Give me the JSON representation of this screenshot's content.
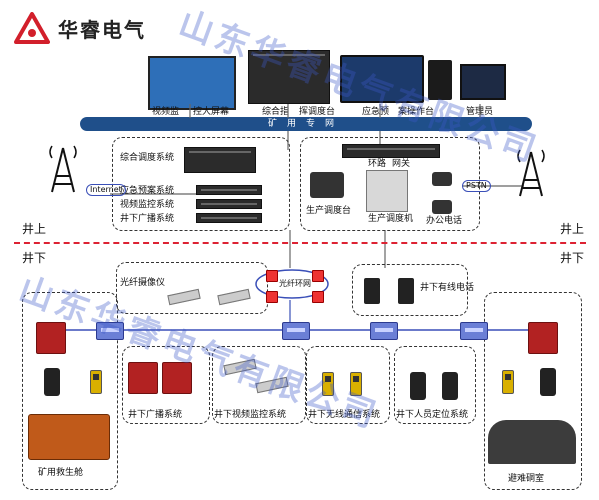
{
  "brand": {
    "name": "华睿电气"
  },
  "top_labels": {
    "video_wall": "视频监",
    "big_screen": "控大屏幕",
    "integrated": "综合指",
    "dispatch_console": "挥调度台",
    "emergency": "应急预",
    "plan_console": "案操作台",
    "admin": "管理员"
  },
  "bus": {
    "label": "矿用专网"
  },
  "above_box_left": {
    "items": [
      "综合调度系统",
      "应急预案系统",
      "视频监控系统",
      "井下广播系统"
    ]
  },
  "above_box_right": {
    "router": "环路",
    "gateway": "网关",
    "dispatch_station": "生产调度台",
    "dispatcher": "生产调度机",
    "office_phone": "办公电话"
  },
  "network": {
    "internet": "Internet",
    "pstn": "PSTN"
  },
  "zones": {
    "above_left": "井上",
    "above_right": "井上",
    "below_left": "井下",
    "below_right": "井下"
  },
  "underground": {
    "camera": "光纤摄像仪",
    "fiber_ring": "光纤环网",
    "wired_phone": "井下有线电话"
  },
  "systems": {
    "broadcast": "井下广播系统",
    "video": "井下视频监控系统",
    "wireless": "井下无线通信系统",
    "positioning": "井下人员定位系统"
  },
  "bottom": {
    "rescue_cabin": "矿用救生舱",
    "refuge_chamber": "避难硐室"
  },
  "watermarks": [
    "山东华睿电气有限公司",
    "山东华睿电气有限公司"
  ],
  "colors": {
    "bus": "#1f4f8a",
    "divider": "#d23",
    "logo": "#d21f2b",
    "switch": "#6b7fd6"
  }
}
